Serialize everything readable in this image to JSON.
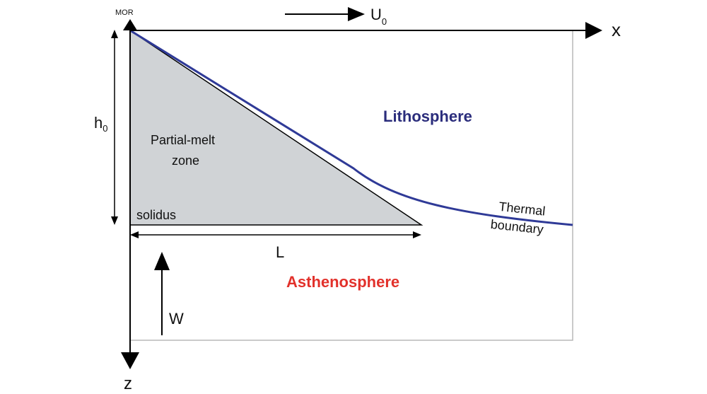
{
  "labels": {
    "mor": "MOR",
    "x_axis": "x",
    "z_axis": "z",
    "velocity_u": "U",
    "velocity_u_sub": "0",
    "thickness_h": "h",
    "thickness_h_sub": "0",
    "length": "L",
    "upwelling": "W",
    "partial_melt_line1": "Partial-melt",
    "partial_melt_line2": "zone",
    "solidus": "solidus",
    "lithosphere": "Lithosphere",
    "asthenosphere": "Asthenosphere",
    "thermal_line1": "Thermal",
    "thermal_line2": "boundary"
  },
  "colors": {
    "lithosphere": "#2b2d7c",
    "asthenosphere": "#e2312b",
    "thermal_boundary": "#2f3a97",
    "melt_zone_fill": "#d0d3d6",
    "domain_box": "#b8b8b8",
    "axes": "#000000"
  }
}
